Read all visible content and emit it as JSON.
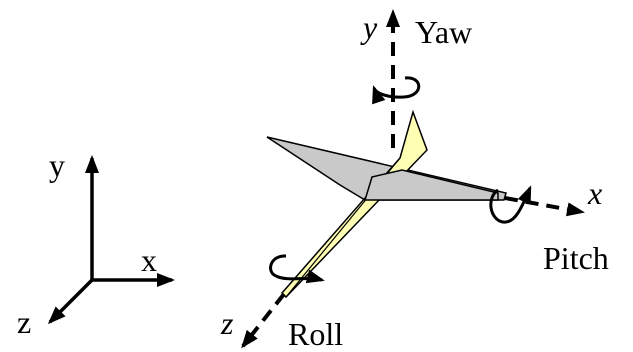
{
  "reference_axes": {
    "x_label": "x",
    "y_label": "y",
    "z_label": "z"
  },
  "aircraft_axes": {
    "x_label": "x",
    "y_label": "y",
    "z_label": "z"
  },
  "rotations": {
    "yaw_label": "Yaw",
    "pitch_label": "Pitch",
    "roll_label": "Roll"
  },
  "colors": {
    "wing": "#c9c9c9",
    "fuselage": "#ffffb3",
    "stroke": "#000000"
  }
}
